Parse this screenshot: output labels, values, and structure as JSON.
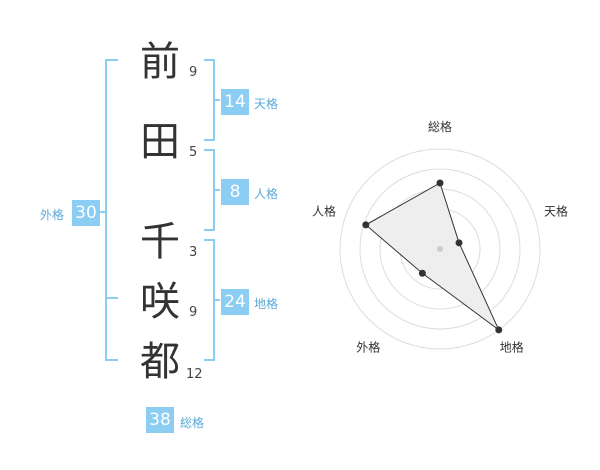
{
  "name": {
    "chars": [
      {
        "char": "前",
        "strokes": "9"
      },
      {
        "char": "田",
        "strokes": "5"
      },
      {
        "char": "千",
        "strokes": "3"
      },
      {
        "char": "咲",
        "strokes": "9"
      },
      {
        "char": "都",
        "strokes": "12"
      }
    ]
  },
  "kaku": {
    "tenkaku": {
      "value": "14",
      "label": "天格"
    },
    "jinkaku": {
      "value": "8",
      "label": "人格"
    },
    "chikaku": {
      "value": "24",
      "label": "地格"
    },
    "gaikaku": {
      "value": "30",
      "label": "外格"
    },
    "soukaku": {
      "value": "38",
      "label": "総格"
    }
  },
  "colors": {
    "bracket": "#8ccdf4",
    "badge": "#8ccdf4",
    "badge_label": "#5aa9d8",
    "polygon_fill": "#eeeeee"
  },
  "chart_data": {
    "type": "radar",
    "axes": [
      "総格",
      "天格",
      "地格",
      "外格",
      "人格"
    ],
    "values": [
      3.3,
      1.0,
      5.0,
      1.5,
      3.9
    ],
    "range": [
      0,
      5
    ]
  }
}
